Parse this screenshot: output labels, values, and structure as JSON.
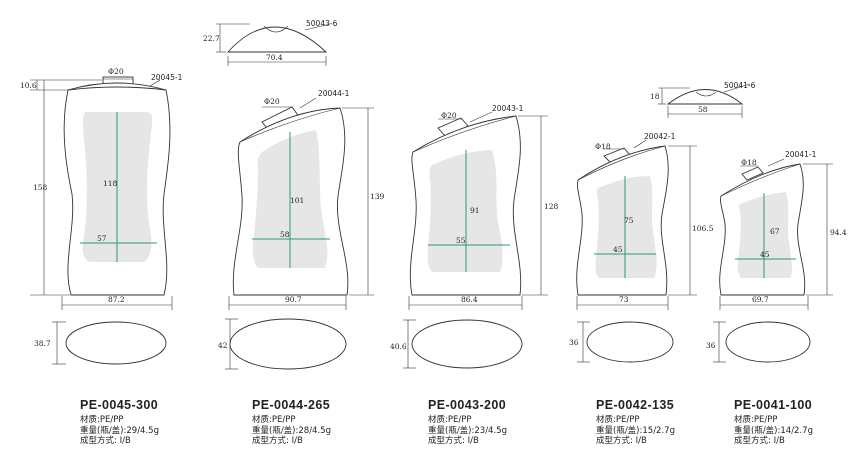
{
  "spec_labels": {
    "material": "材质:",
    "weight": "重量(瓶/盖):",
    "molding": "成型方式:"
  },
  "products": [
    {
      "name": "PE-0045-300",
      "material": "PE/PP",
      "weight": "29/4.5g",
      "molding": "I/B",
      "bottle_code": "20045-1",
      "neck": "Φ20",
      "height": "158",
      "width": "87.2",
      "label_height": "118",
      "label_width": "57",
      "shoulder": "10.6",
      "depth": "38.7"
    },
    {
      "name": "PE-0044-265",
      "material": "PE/PP",
      "weight": "28/4.5g",
      "molding": "I/B",
      "bottle_code": "20044-1",
      "neck": "Φ20",
      "height": "139",
      "width": "90.7",
      "label_height": "101",
      "label_width": "58",
      "depth": "42",
      "cap_code": "50043-6",
      "cap_width": "70.4",
      "cap_height": "22.7"
    },
    {
      "name": "PE-0043-200",
      "material": "PE/PP",
      "weight": "23/4.5g",
      "molding": "I/B",
      "bottle_code": "20043-1",
      "neck": "Φ20",
      "height": "128",
      "width": "86.4",
      "label_height": "91",
      "label_width": "55",
      "depth": "40.6"
    },
    {
      "name": "PE-0042-135",
      "material": "PE/PP",
      "weight": "15/2.7g",
      "molding": "I/B",
      "bottle_code": "20042-1",
      "neck": "Φ18",
      "height": "106.5",
      "width": "73",
      "label_height": "75",
      "label_width": "45",
      "depth": "36",
      "cap_code": "50041-6",
      "cap_width": "58",
      "cap_height": "18"
    },
    {
      "name": "PE-0041-100",
      "material": "PE/PP",
      "weight": "14/2.7g",
      "molding": "I/B",
      "bottle_code": "20041-1",
      "neck": "Φ18",
      "height": "94.4",
      "width": "69.7",
      "label_height": "67",
      "label_width": "45",
      "depth": "36"
    }
  ]
}
